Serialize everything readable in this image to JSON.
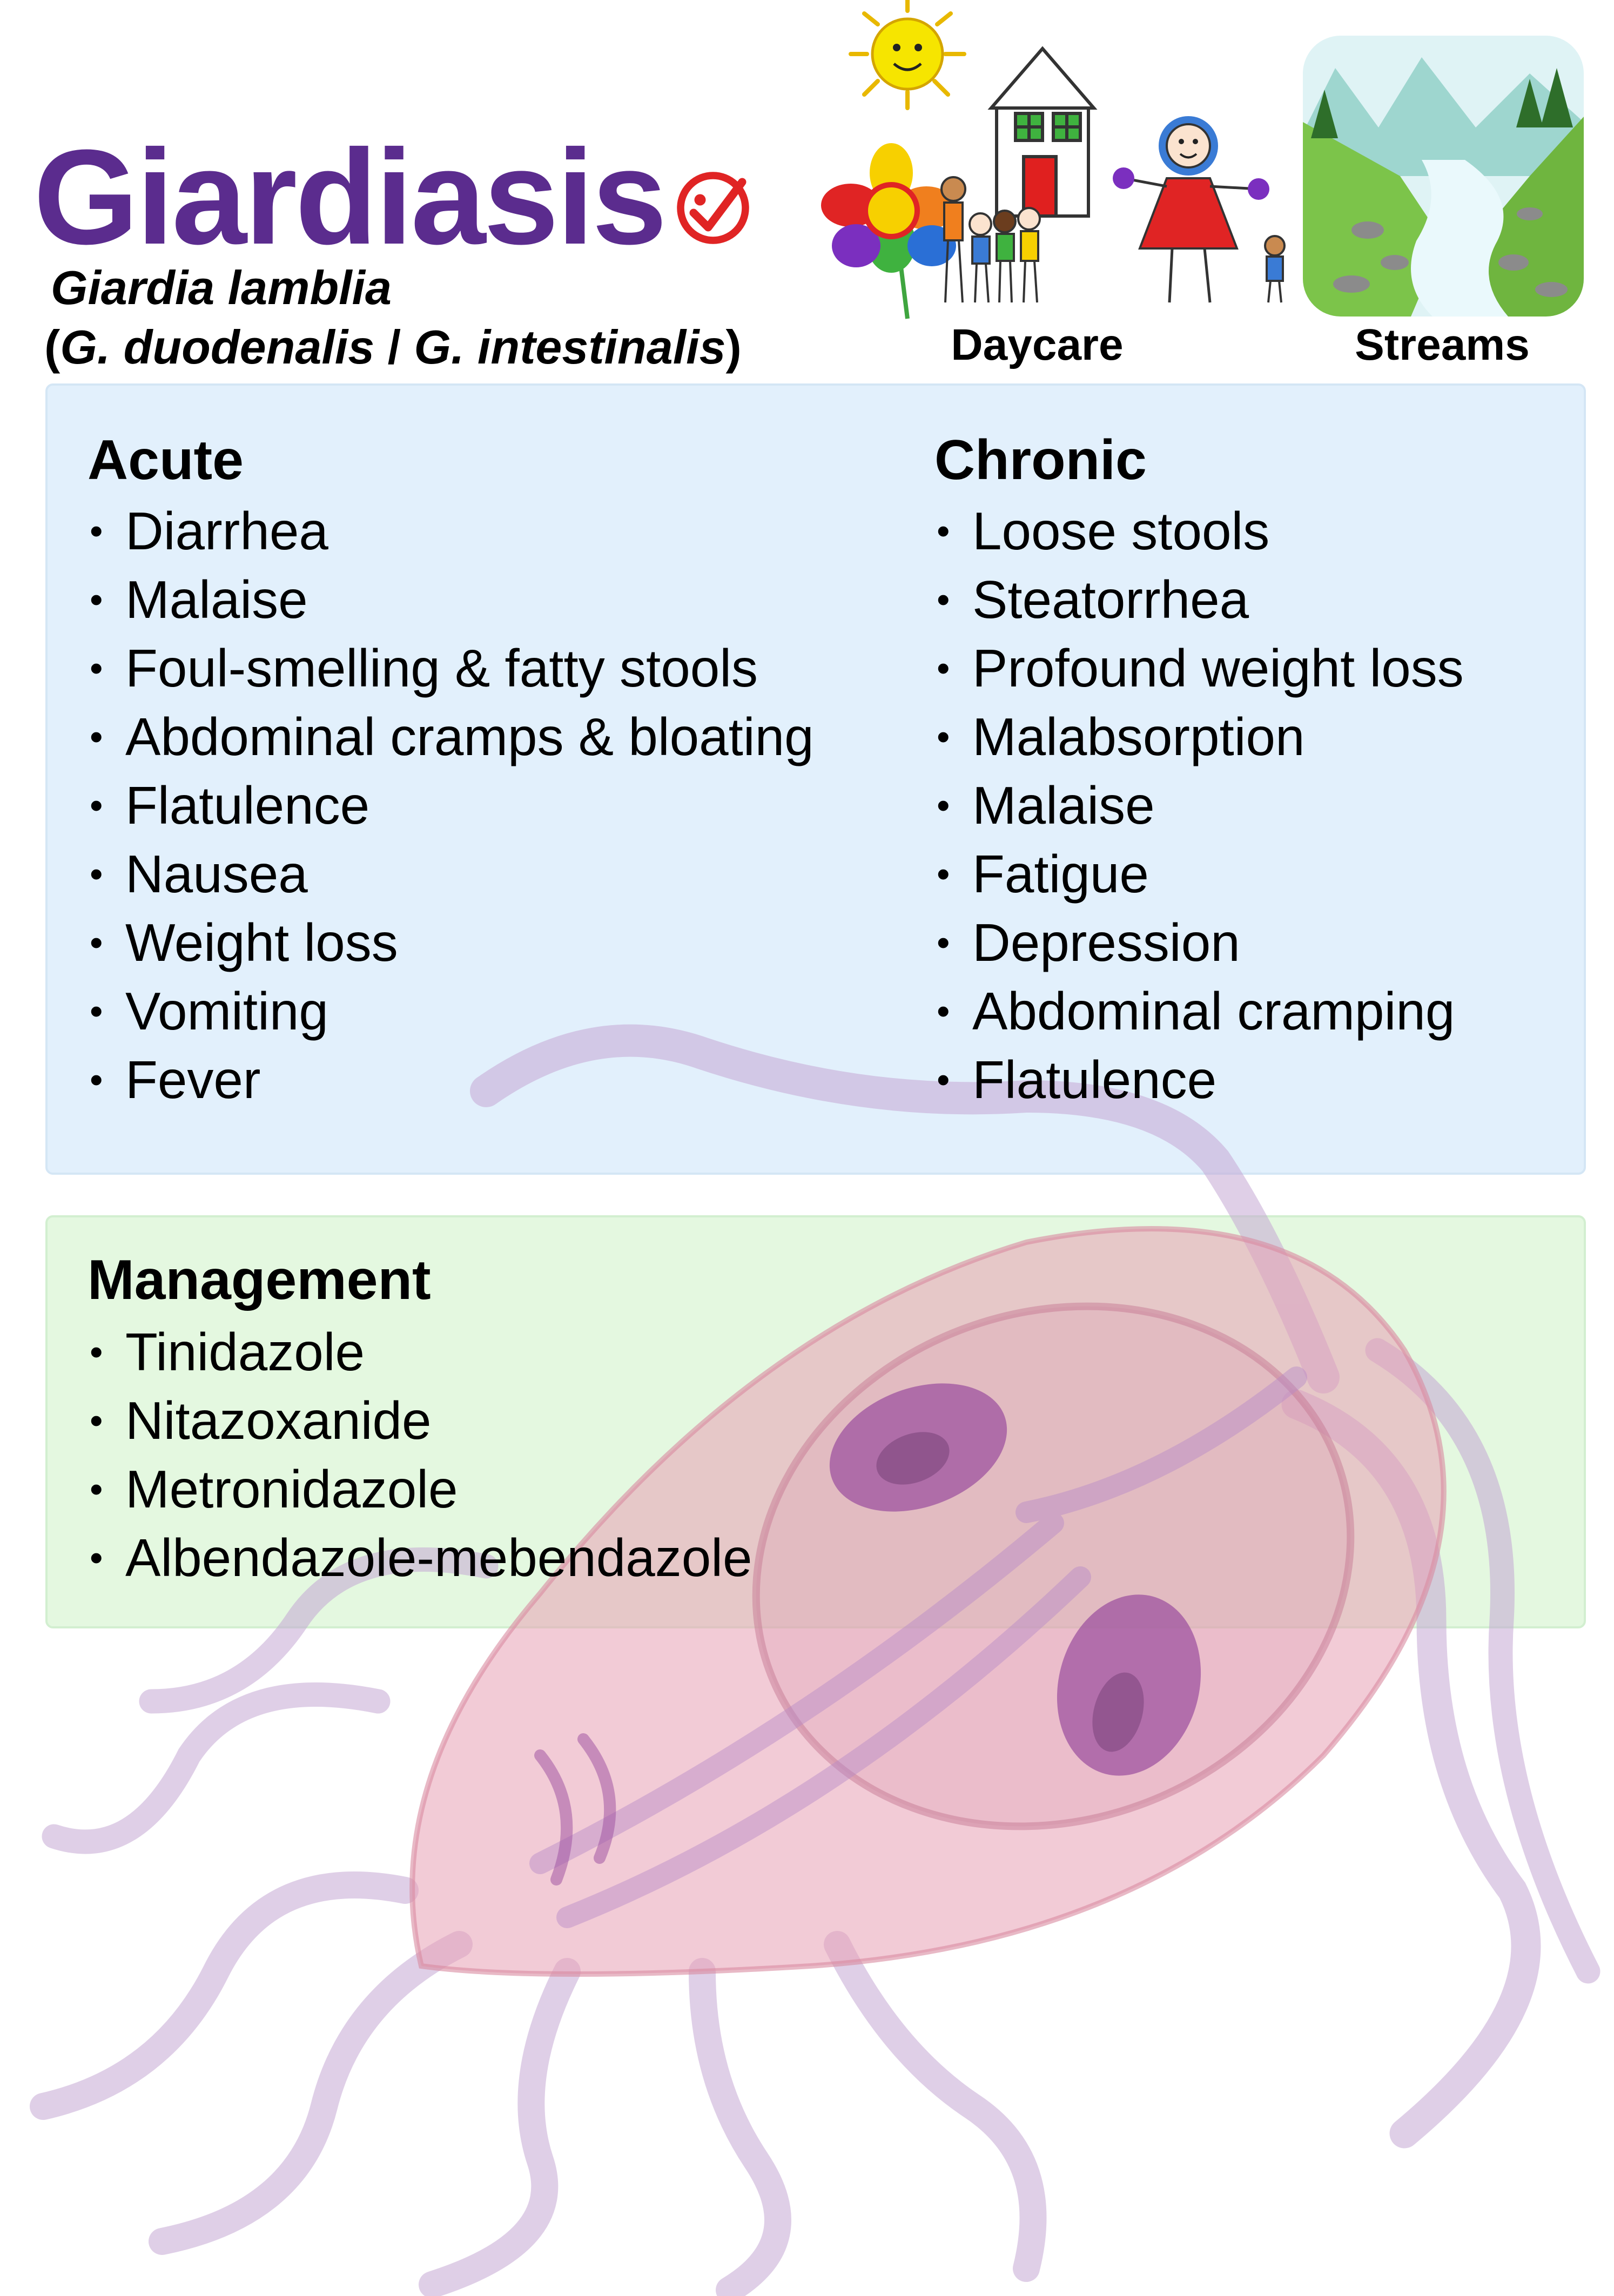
{
  "title": "Giardiasis",
  "organism": "Giardia lamblia",
  "synonyms": {
    "open": "(",
    "first": "G. duodenalis",
    "sep": " / ",
    "second": "G. intestinalis",
    "close": ")"
  },
  "images": {
    "daycare_label": "Daycare",
    "streams_label": "Streams"
  },
  "acute": {
    "title": "Acute",
    "items": [
      "Diarrhea",
      "Malaise",
      "Foul-smelling & fatty stools",
      "Abdominal cramps & bloating",
      "Flatulence",
      "Nausea",
      "Weight loss",
      "Vomiting",
      "Fever"
    ]
  },
  "chronic": {
    "title": "Chronic",
    "items": [
      "Loose stools",
      "Steatorrhea",
      "Profound weight loss",
      "Malabsorption",
      "Malaise",
      "Fatigue",
      "Depression",
      "Abdominal cramping",
      "Flatulence"
    ]
  },
  "management": {
    "title": "Management",
    "items": [
      "Tinidazole",
      "Nitazoxanide",
      "Metronidazole",
      "Albendazole-mebendazole"
    ]
  },
  "colors": {
    "title": "#5b2c8e",
    "logo": "#e02424",
    "symptoms_panel": "#e2f0fc",
    "management_panel": "#e4f8e0",
    "organism_body": "#e8a0b4",
    "nucleus": "#9a4d9e",
    "flagella": "#c5a8d4"
  },
  "icons": {
    "logo": "check-circle-icon"
  }
}
